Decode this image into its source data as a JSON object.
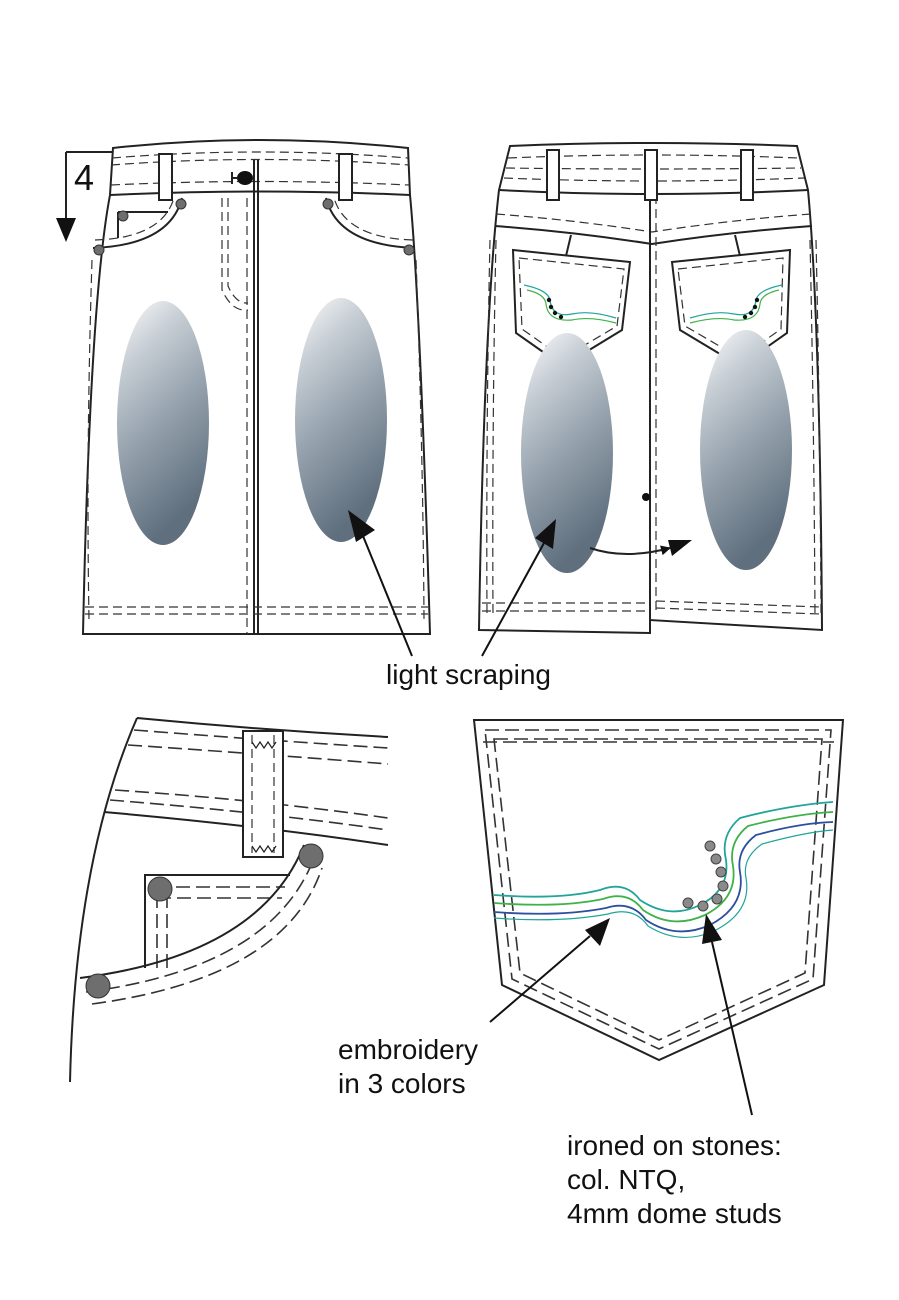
{
  "measure": {
    "value": "4"
  },
  "labels": {
    "scraping": "light scraping",
    "embroidery_line1": "embroidery",
    "embroidery_line2": "in 3 colors",
    "stones_line1": "ironed on stones:",
    "stones_line2": "col. NTQ,",
    "stones_line3": "4mm dome studs"
  },
  "colors": {
    "outline": "#222222",
    "stone": "#6e6e6e",
    "embroidery_teal": "#1fa59a",
    "embroidery_green": "#3fb24a",
    "embroidery_blue": "#2c4f9e",
    "scraping_dark": "#5f6f7e",
    "scraping_light": "#ffffff"
  }
}
